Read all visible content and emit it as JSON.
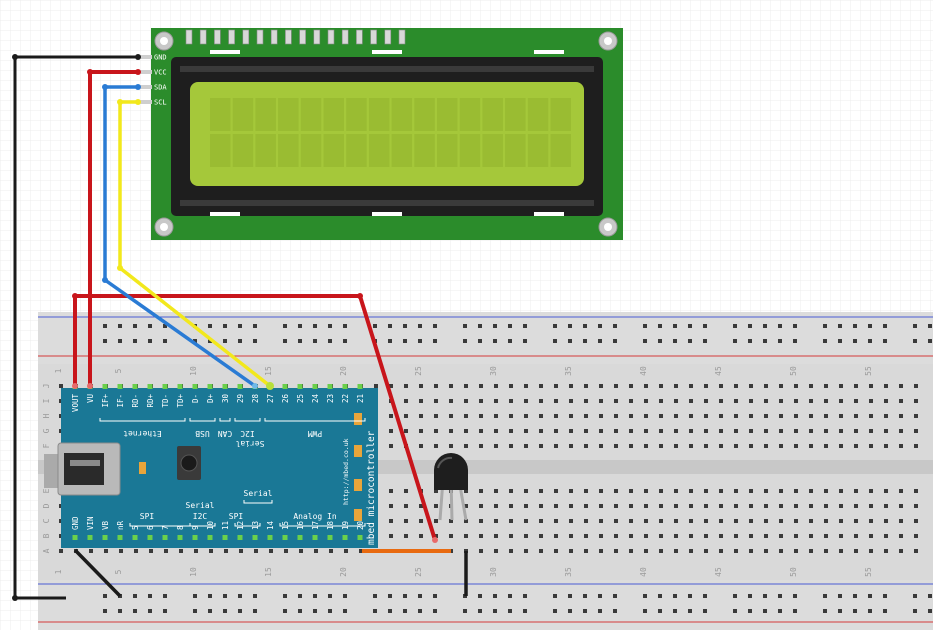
{
  "lcd": {
    "pins": [
      "GND",
      "VCC",
      "SDA",
      "SCL"
    ]
  },
  "breadboard": {
    "column_numbers": [
      "1",
      "5",
      "10",
      "15",
      "20",
      "25",
      "30",
      "35",
      "40",
      "45",
      "50",
      "55"
    ],
    "row_letters": [
      "J",
      "I",
      "H",
      "G",
      "F",
      "E",
      "D",
      "C",
      "B",
      "A"
    ]
  },
  "mbed": {
    "top_pins": [
      "VOUT",
      "VU",
      "IF+",
      "IF-",
      "RD-",
      "RD+",
      "TD-",
      "TD+",
      "D-",
      "D+",
      "30",
      "29",
      "28",
      "27",
      "26",
      "25",
      "24",
      "23",
      "22",
      "21"
    ],
    "bottom_pins": [
      "GND",
      "VIN",
      "VB",
      "nR",
      "5",
      "6",
      "7",
      "8",
      "9",
      "10",
      "11",
      "12",
      "13",
      "14",
      "15",
      "16",
      "17",
      "18",
      "19",
      "20"
    ],
    "top_groups": [
      "Ethernet",
      "USB",
      "CAN",
      "I2C",
      "PWM"
    ],
    "serial_top": "Serial",
    "bottom_groups": [
      "SPI",
      "I2C",
      "SPI",
      "Analog In"
    ],
    "serial_mid": "Serial",
    "serial_bottom": "Serial",
    "url": "http://mbed.co.uk",
    "brand": "mbed microcontroller"
  },
  "colors": {
    "wire_black": "#1a1a1a",
    "wire_red": "#c8151b",
    "wire_blue": "#2a7bd4",
    "wire_yellow": "#f2e81c",
    "wire_orange": "#e86a10",
    "lcd_pcb": "#2b8c2b",
    "lcd_screen": "#a5c83a",
    "mbed_board": "#1a7896"
  }
}
